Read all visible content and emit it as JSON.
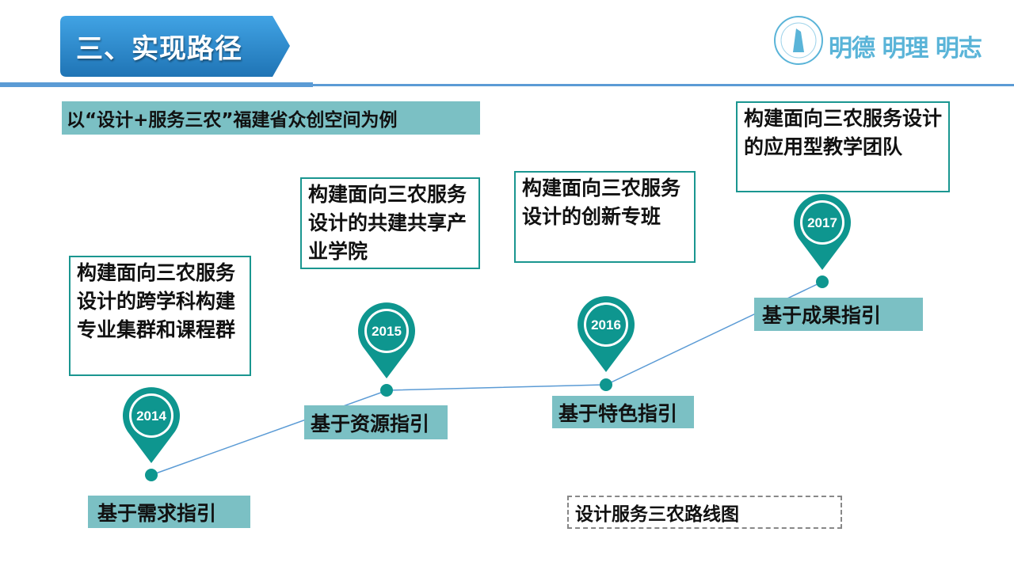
{
  "header": {
    "title": "三、实现路径",
    "motto": "明德 明理 明志",
    "logo_alt": "university-seal"
  },
  "subtitle": "以“设计+服务三农”福建省众创空间为例",
  "milestones": [
    {
      "year": "2014",
      "guide": "基于需求指引",
      "description": "构建面向三农服务设计的跨学科构建专业集群和课程群"
    },
    {
      "year": "2015",
      "guide": "基于资源指引",
      "description": "构建面向三农服务设计的共建共享产业学院"
    },
    {
      "year": "2016",
      "guide": "基于特色指引",
      "description": "构建面向三农服务设计的创新专班"
    },
    {
      "year": "2017",
      "guide": "基于成果指引",
      "description": "构建面向三农服务设计的应用型教学团队"
    }
  ],
  "caption": "设计服务三农路线图",
  "colors": {
    "teal": "#0e968f",
    "label_fill": "#7bc0c4",
    "header_blue": "#2b84c8"
  }
}
